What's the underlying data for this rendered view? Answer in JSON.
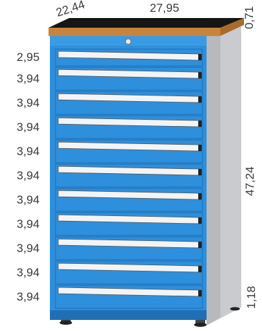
{
  "colors": {
    "cabinet_blue": "#2e8fdc",
    "cabinet_blue_dark": "#1f6fb4",
    "side_gray": "#c9cbcf",
    "worktop_wood": "#c8843a",
    "worktop_black": "#151515",
    "handle_white": "#f4f4f4"
  },
  "dimensions": {
    "worktop_depth": "22,44",
    "worktop_width": "27,95",
    "worktop_thickness": "0,71",
    "total_height": "47,24",
    "plinth_height": "1,18"
  },
  "drawers": [
    {
      "height": "2,95"
    },
    {
      "height": "3,94"
    },
    {
      "height": "3,94"
    },
    {
      "height": "3,94"
    },
    {
      "height": "3,94"
    },
    {
      "height": "3,94"
    },
    {
      "height": "3,94"
    },
    {
      "height": "3,94"
    },
    {
      "height": "3,94"
    },
    {
      "height": "3,94"
    },
    {
      "height": "3,94"
    }
  ]
}
